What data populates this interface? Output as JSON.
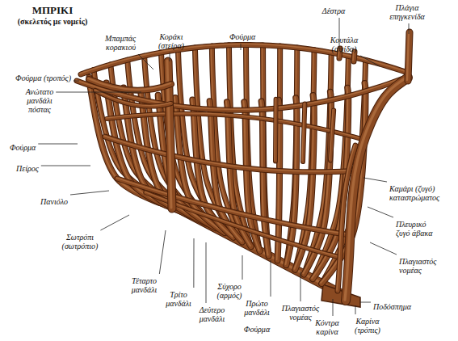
{
  "diagram": {
    "title": "ΜΠΡΙΚΙ",
    "labels": [
      "(σκελετός με νομείς)",
      "Μπαμπάς κορακιού",
      "Κοράκι (στείρα)",
      "Φούρμα",
      "Δέστρα",
      "Πλάγια επηγκενίδα",
      "Κουτάλα (αψίδα)",
      "Φούρμα (τροπός)",
      "Ανώτατο μανδάλι πόστας",
      "Φούρμα",
      "Πείρος",
      "Πανιόλο",
      "Σωτρόπι (σωτρόπιο)",
      "Τέταρτο μανδάλι",
      "Τρίτο μανδάλι",
      "Δεύτερο μανδάλι",
      "Σύχορο (αρμός)",
      "Πρώτο μανδάλι",
      "Φούρμα",
      "Πλαγιαστός νομέας",
      "Κόντρα καρίνα",
      "Καρίνα (τρόπις)",
      "Ποδόσπημα",
      "Πλαγιαστός νομέας",
      "Πλευρικό ζυγό άβακα",
      "Καμάρι (ζυγό) καταστρώματος"
    ]
  }
}
